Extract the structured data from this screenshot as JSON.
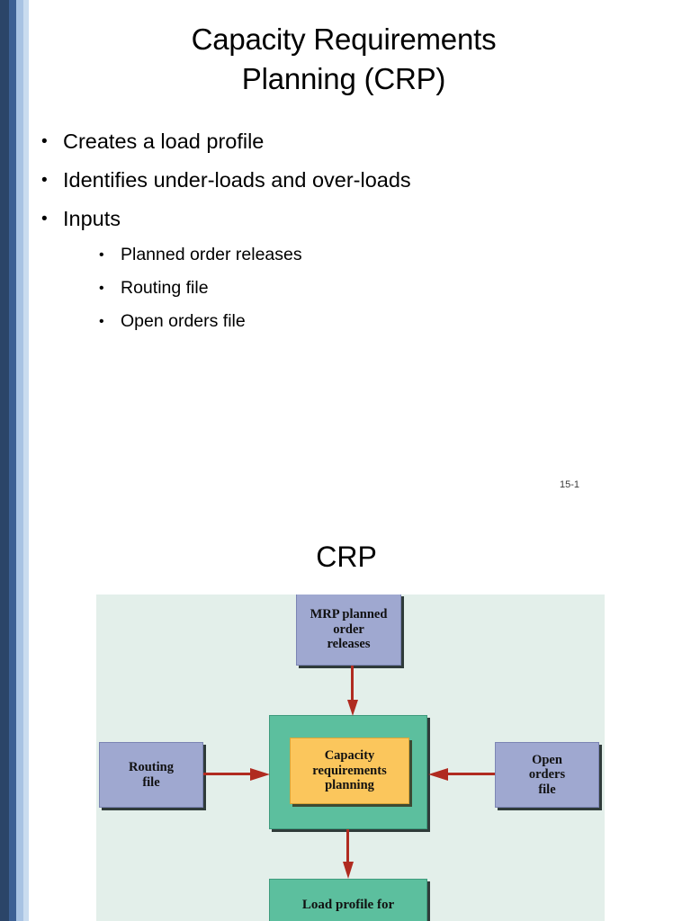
{
  "slide_title": {
    "line1": "Capacity Requirements",
    "line2": "Planning (CRP)"
  },
  "bullets": [
    {
      "level": 1,
      "marker": "•",
      "text": "Creates a load profile"
    },
    {
      "level": 1,
      "marker": "•",
      "text": "Identifies under-loads and over-loads"
    },
    {
      "level": 1,
      "marker": "•",
      "text": "Inputs"
    },
    {
      "level": 2,
      "marker": "•",
      "text": "Planned order releases"
    },
    {
      "level": 2,
      "marker": "•",
      "text": "Routing file"
    },
    {
      "level": 2,
      "marker": "•",
      "text": "Open orders file"
    }
  ],
  "page_number": "15-1",
  "diagram": {
    "heading": "CRP",
    "panel_background": "#e3efea",
    "nodes": {
      "mrp": {
        "label": "MRP planned\norder\nreleases",
        "color": "#9fa8d0"
      },
      "crp_outer": {
        "color": "#5cbf9e"
      },
      "crp_inner": {
        "label": "Capacity\nrequirements\nplanning",
        "color": "#fbc65c"
      },
      "routing": {
        "label": "Routing\nfile",
        "color": "#9fa8d0"
      },
      "open_orders": {
        "label": "Open\norders\nfile",
        "color": "#9fa8d0"
      },
      "load_profile": {
        "label": "Load profile for",
        "color": "#5cbf9e"
      }
    },
    "arrows": [
      {
        "name": "mrp-to-crp",
        "direction": "down",
        "color": "#b02b20"
      },
      {
        "name": "routing-to-crp",
        "direction": "right",
        "color": "#b02b20"
      },
      {
        "name": "open-orders-to-crp",
        "direction": "left",
        "color": "#b02b20"
      },
      {
        "name": "crp-to-load-profile",
        "direction": "down",
        "color": "#b02b20"
      }
    ]
  },
  "decoration": {
    "stripe_colors": [
      "#2b4568",
      "#3c6094",
      "#a8c3e3",
      "#c9dcef"
    ]
  }
}
